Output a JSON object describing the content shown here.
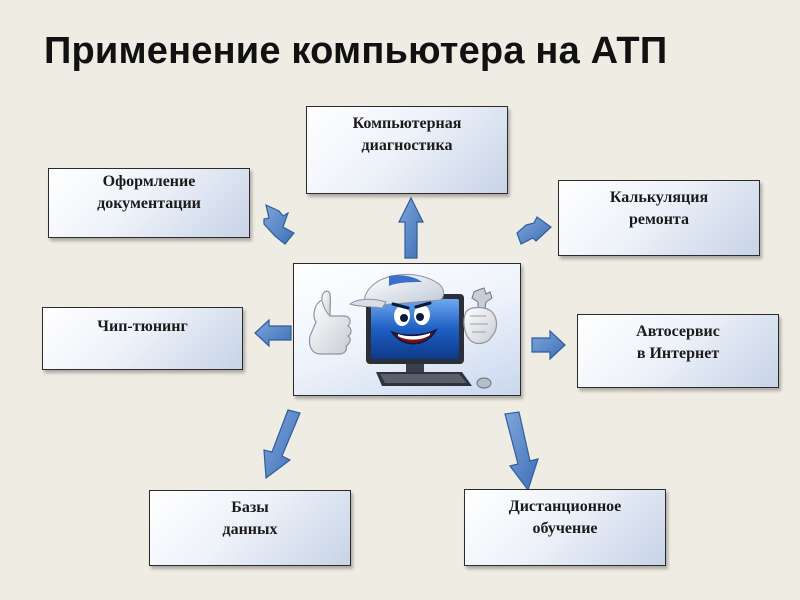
{
  "title": "Применение компьютера на АТП",
  "nodes": {
    "diagnostics": "Компьютерная\nдиагностика",
    "documents": "Оформление\nдокументации",
    "repair_costing": "Калькуляция\nремонта",
    "chip_tuning": "Чип-тюнинг",
    "online_service": "Автосервис\nв Интернет",
    "databases": "Базы\nданных",
    "distance_learning": "Дистанционное\nобучение"
  },
  "center_image": "cartoon-computer-mascot"
}
